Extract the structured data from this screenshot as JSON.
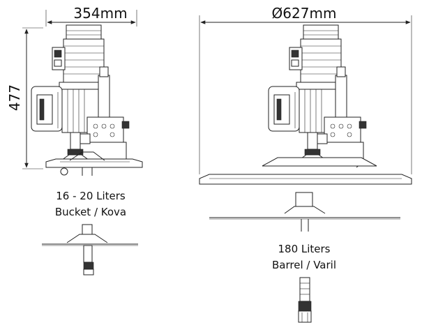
{
  "dimensions": {
    "small_width": "354mm",
    "small_height": "477",
    "large_diameter": "Ø627mm"
  },
  "captions": {
    "small_line1": "16 - 20 Liters",
    "small_line2": "Bucket / Kova",
    "large_line1": "180 Liters",
    "large_line2": "Barrel / Varil"
  }
}
